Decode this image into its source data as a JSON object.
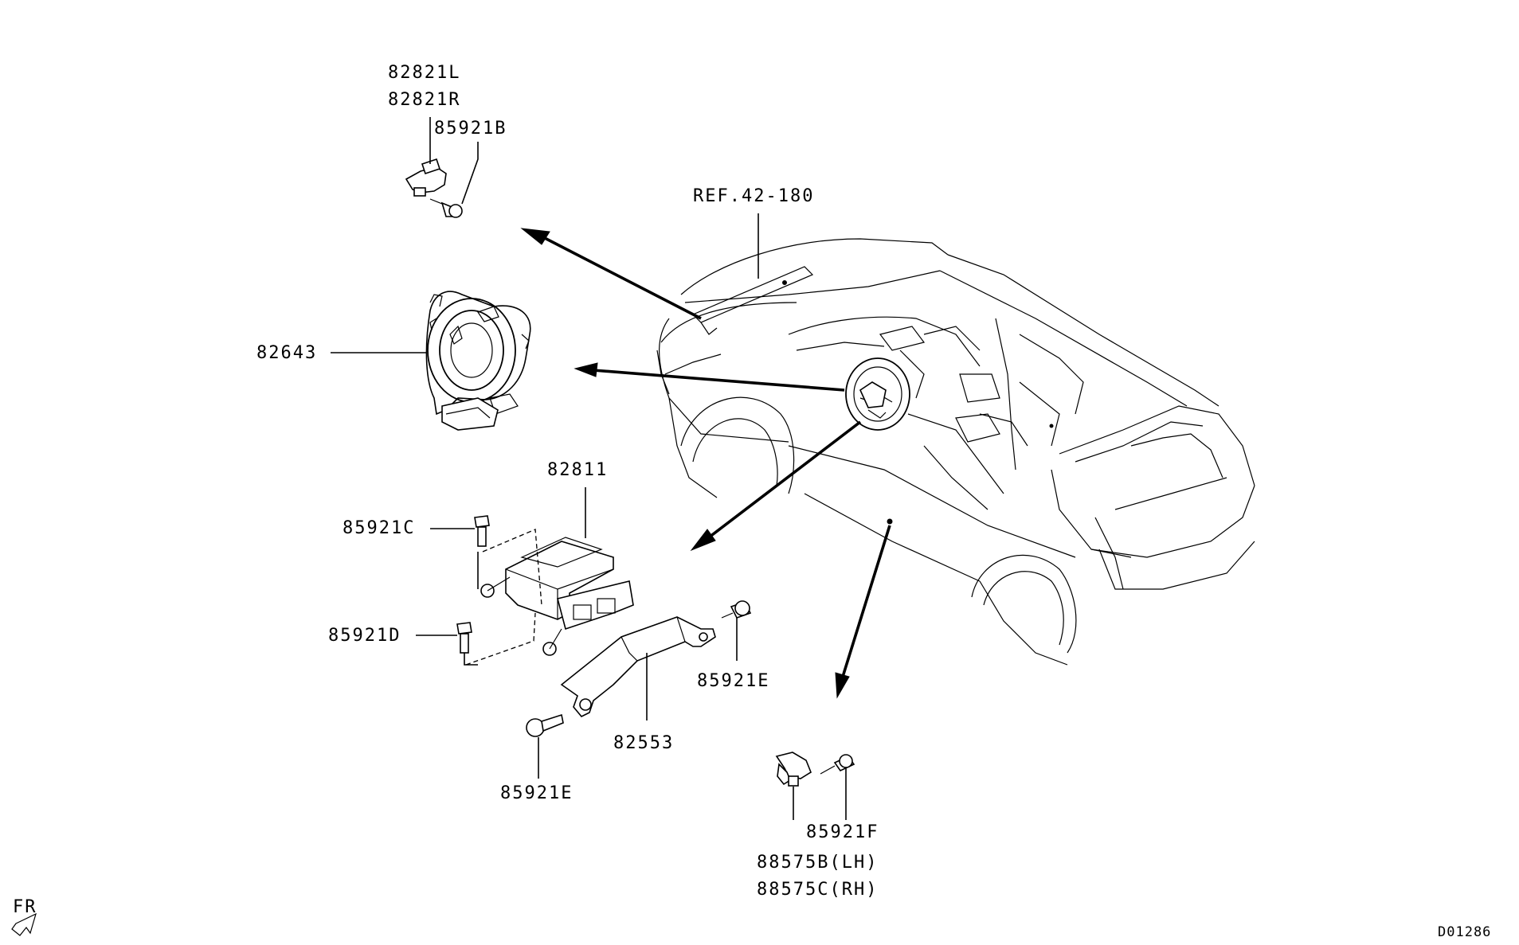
{
  "labels": {
    "p82821l": "82821L",
    "p82821r": "82821R",
    "p85921b": "85921B",
    "ref": "REF.42-180",
    "p82643": "82643",
    "p82811": "82811",
    "p85921c": "85921C",
    "p85921d": "85921D",
    "p85921e_right": "85921E",
    "p82553": "82553",
    "p85921e_bottom": "85921E",
    "p85921f": "85921F",
    "p88575b": "88575B(LH)",
    "p88575c": "88575C(RH)",
    "fr": "FR",
    "diagram_id": "D01286"
  }
}
